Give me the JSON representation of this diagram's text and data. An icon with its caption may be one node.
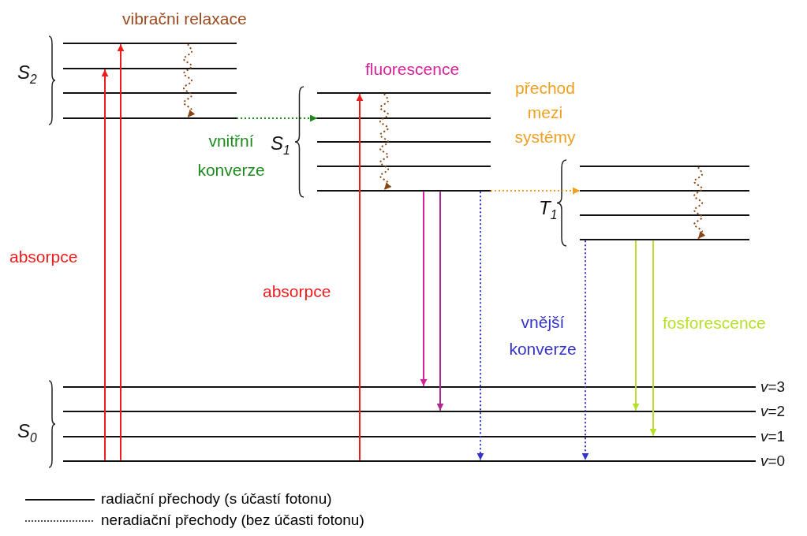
{
  "diagram": {
    "nodes": [
      {
        "text": [],
        "shape": "bar"
      },
      {
        "text": [],
        "shape": "bar"
      },
      {
        "text": [],
        "shape": "bar"
      },
      {
        "text": [],
        "shape": "bar"
      },
      {
        "text": [],
        "shape": "bar"
      },
      {
        "text": [],
        "shape": "bar"
      },
      {
        "text": [],
        "shape": "bar"
      },
      {
        "text": [],
        "shape": "bar"
      },
      {
        "text": [],
        "shape": "bar"
      },
      {
        "text": [],
        "shape": "bar"
      },
      {
        "text": [],
        "shape": "bar"
      },
      {
        "text": [],
        "shape": "bar"
      },
      {
        "text": [],
        "shape": "bar"
      },
      {
        "text": [],
        "shape": "bar",
        "beside": [
          "*v*=3"
        ]
      },
      {
        "text": [],
        "shape": "bar",
        "beside": [
          "*v*=2"
        ]
      },
      {
        "text": [],
        "shape": "bar",
        "beside": [
          "*v*=1"
        ]
      },
      {
        "text": [],
        "shape": "bar",
        "beside": [
          "*v*=0"
        ]
      }
    ],
    "edges": [
      {
        "from": 16,
        "to": 1,
        "arrow": "to",
        "color": "#ee1c1c"
      },
      {
        "from": 16,
        "to": 0,
        "arrow": "to",
        "color": "#ee1c1c"
      },
      {
        "from": 0,
        "to": 3,
        "arrow": "to",
        "style": "dashed",
        "color": "#8b4513"
      },
      {
        "from": 3,
        "to": 5,
        "arrow": "to",
        "style": "dashed",
        "color": "#1e8a1e"
      },
      {
        "from": 16,
        "to": 4,
        "arrow": "to",
        "color": "#ee1c1c"
      },
      {
        "from": 4,
        "to": 8,
        "arrow": "to",
        "style": "dashed",
        "color": "#8b4513"
      },
      {
        "from": 8,
        "to": 13,
        "arrow": "to",
        "color": "#d6219a"
      },
      {
        "from": 8,
        "to": 14,
        "arrow": "to",
        "color": "#b02a8e"
      },
      {
        "from": 8,
        "to": 16,
        "arrow": "to",
        "style": "dashed",
        "color": "#3333cc"
      },
      {
        "from": 8,
        "to": 10,
        "arrow": "to",
        "style": "dashed",
        "color": "#f0a020"
      },
      {
        "from": 9,
        "to": 12,
        "arrow": "to",
        "style": "dashed",
        "color": "#8b4513"
      },
      {
        "from": 12,
        "to": 16,
        "arrow": "to",
        "style": "dashed",
        "color": "#3333cc"
      },
      {
        "from": 12,
        "to": 14,
        "arrow": "to",
        "color": "#b8e02a"
      },
      {
        "from": 12,
        "to": 15,
        "arrow": "to",
        "color": "#b8e02a"
      }
    ],
    "labels": [
      "vibračni relaxace",
      "S$_{2}$",
      "fluorescence",
      "přechod mezi systémy",
      "vnitřní konverze",
      "S$_{1}$",
      "T$_{1}$",
      "absorpce",
      "absorpce",
      "vnější konverze",
      "fosforescence",
      "S$_{0}$"
    ],
    "legend": [
      {
        "text": "radiační přechody (s účastí fotonu)"
      },
      {
        "text": "neradiační přechody (bez účasti fotonu)"
      }
    ]
  }
}
